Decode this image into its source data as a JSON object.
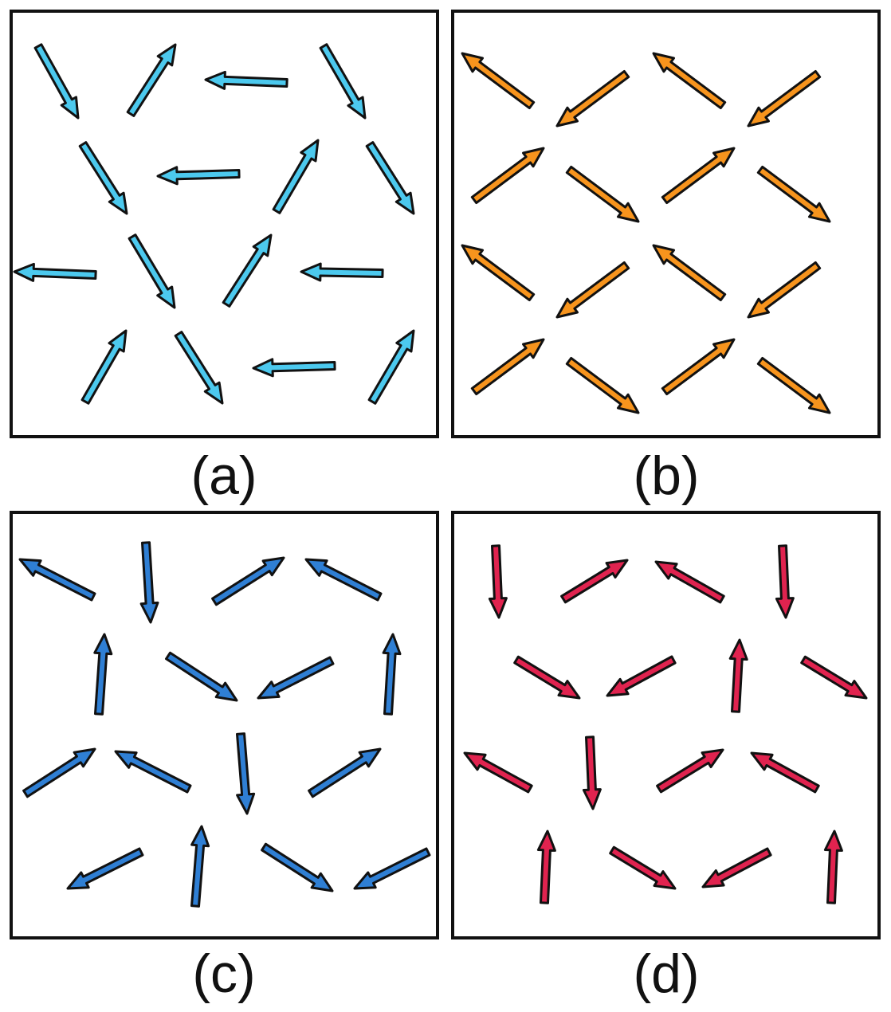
{
  "panels": [
    {
      "label": "(a)",
      "color": "#4cc9ee",
      "arrows": [
        {
          "tail": [
            48,
            58
          ],
          "head": [
            98,
            148
          ]
        },
        {
          "tail": [
            164,
            143
          ],
          "head": [
            220,
            56
          ]
        },
        {
          "tail": [
            360,
            104
          ],
          "head": [
            258,
            100
          ]
        },
        {
          "tail": [
            406,
            58
          ],
          "head": [
            458,
            148
          ]
        },
        {
          "tail": [
            104,
            181
          ],
          "head": [
            159,
            268
          ]
        },
        {
          "tail": [
            300,
            218
          ],
          "head": [
            198,
            221
          ]
        },
        {
          "tail": [
            347,
            265
          ],
          "head": [
            399,
            176
          ]
        },
        {
          "tail": [
            464,
            181
          ],
          "head": [
            519,
            268
          ]
        },
        {
          "tail": [
            120,
            345
          ],
          "head": [
            18,
            341
          ]
        },
        {
          "tail": [
            166,
            297
          ],
          "head": [
            219,
            386
          ]
        },
        {
          "tail": [
            284,
            382
          ],
          "head": [
            340,
            295
          ]
        },
        {
          "tail": [
            480,
            343
          ],
          "head": [
            378,
            341
          ]
        },
        {
          "tail": [
            107,
            504
          ],
          "head": [
            158,
            415
          ]
        },
        {
          "tail": [
            224,
            419
          ],
          "head": [
            279,
            506
          ]
        },
        {
          "tail": [
            420,
            459
          ],
          "head": [
            318,
            462
          ]
        },
        {
          "tail": [
            467,
            504
          ],
          "head": [
            519,
            415
          ]
        }
      ]
    },
    {
      "label": "(b)",
      "color": "#f7941d",
      "arrows": [
        {
          "tail": [
            667,
            132
          ],
          "head": [
            580,
            67
          ]
        },
        {
          "tail": [
            786,
            93
          ],
          "head": [
            699,
            158
          ]
        },
        {
          "tail": [
            907,
            132
          ],
          "head": [
            820,
            67
          ]
        },
        {
          "tail": [
            1026,
            93
          ],
          "head": [
            939,
            158
          ]
        },
        {
          "tail": [
            595,
            251
          ],
          "head": [
            682,
            186
          ]
        },
        {
          "tail": [
            714,
            213
          ],
          "head": [
            801,
            278
          ]
        },
        {
          "tail": [
            834,
            251
          ],
          "head": [
            921,
            186
          ]
        },
        {
          "tail": [
            954,
            213
          ],
          "head": [
            1041,
            278
          ]
        },
        {
          "tail": [
            667,
            373
          ],
          "head": [
            580,
            308
          ]
        },
        {
          "tail": [
            786,
            333
          ],
          "head": [
            699,
            398
          ]
        },
        {
          "tail": [
            907,
            373
          ],
          "head": [
            820,
            308
          ]
        },
        {
          "tail": [
            1026,
            333
          ],
          "head": [
            939,
            398
          ]
        },
        {
          "tail": [
            595,
            491
          ],
          "head": [
            682,
            426
          ]
        },
        {
          "tail": [
            714,
            453
          ],
          "head": [
            801,
            518
          ]
        },
        {
          "tail": [
            834,
            491
          ],
          "head": [
            921,
            426
          ]
        },
        {
          "tail": [
            954,
            453
          ],
          "head": [
            1041,
            518
          ]
        }
      ]
    },
    {
      "label": "(c)",
      "color": "#2f7fd4",
      "arrows": [
        {
          "tail": [
            117,
            749
          ],
          "head": [
            25,
            702
          ]
        },
        {
          "tail": [
            183,
            681
          ],
          "head": [
            189,
            781
          ]
        },
        {
          "tail": [
            269,
            755
          ],
          "head": [
            356,
            700
          ]
        },
        {
          "tail": [
            476,
            749
          ],
          "head": [
            384,
            702
          ]
        },
        {
          "tail": [
            124,
            896
          ],
          "head": [
            131,
            796
          ]
        },
        {
          "tail": [
            211,
            823
          ],
          "head": [
            297,
            879
          ]
        },
        {
          "tail": [
            416,
            829
          ],
          "head": [
            324,
            876
          ]
        },
        {
          "tail": [
            487,
            896
          ],
          "head": [
            493,
            796
          ]
        },
        {
          "tail": [
            32,
            996
          ],
          "head": [
            119,
            940
          ]
        },
        {
          "tail": [
            237,
            990
          ],
          "head": [
            145,
            943
          ]
        },
        {
          "tail": [
            302,
            921
          ],
          "head": [
            310,
            1021
          ]
        },
        {
          "tail": [
            390,
            996
          ],
          "head": [
            477,
            940
          ]
        },
        {
          "tail": [
            177,
            1069
          ],
          "head": [
            85,
            1115
          ]
        },
        {
          "tail": [
            245,
            1137
          ],
          "head": [
            253,
            1037
          ]
        },
        {
          "tail": [
            331,
            1063
          ],
          "head": [
            417,
            1118
          ]
        },
        {
          "tail": [
            537,
            1069
          ],
          "head": [
            445,
            1115
          ]
        }
      ]
    },
    {
      "label": "(d)",
      "color": "#e0234f",
      "arrows": [
        {
          "tail": [
            622,
            685
          ],
          "head": [
            626,
            775
          ]
        },
        {
          "tail": [
            707,
            752
          ],
          "head": [
            787,
            703
          ]
        },
        {
          "tail": [
            906,
            752
          ],
          "head": [
            823,
            705
          ]
        },
        {
          "tail": [
            982,
            685
          ],
          "head": [
            986,
            775
          ]
        },
        {
          "tail": [
            648,
            828
          ],
          "head": [
            727,
            876
          ]
        },
        {
          "tail": [
            845,
            828
          ],
          "head": [
            762,
            873
          ]
        },
        {
          "tail": [
            923,
            893
          ],
          "head": [
            928,
            803
          ]
        },
        {
          "tail": [
            1008,
            828
          ],
          "head": [
            1087,
            876
          ]
        },
        {
          "tail": [
            665,
            990
          ],
          "head": [
            583,
            945
          ]
        },
        {
          "tail": [
            740,
            925
          ],
          "head": [
            744,
            1015
          ]
        },
        {
          "tail": [
            827,
            990
          ],
          "head": [
            907,
            941
          ]
        },
        {
          "tail": [
            1025,
            990
          ],
          "head": [
            943,
            945
          ]
        },
        {
          "tail": [
            683,
            1133
          ],
          "head": [
            687,
            1043
          ]
        },
        {
          "tail": [
            768,
            1067
          ],
          "head": [
            847,
            1115
          ]
        },
        {
          "tail": [
            965,
            1069
          ],
          "head": [
            882,
            1113
          ]
        },
        {
          "tail": [
            1043,
            1133
          ],
          "head": [
            1047,
            1043
          ]
        }
      ]
    }
  ]
}
